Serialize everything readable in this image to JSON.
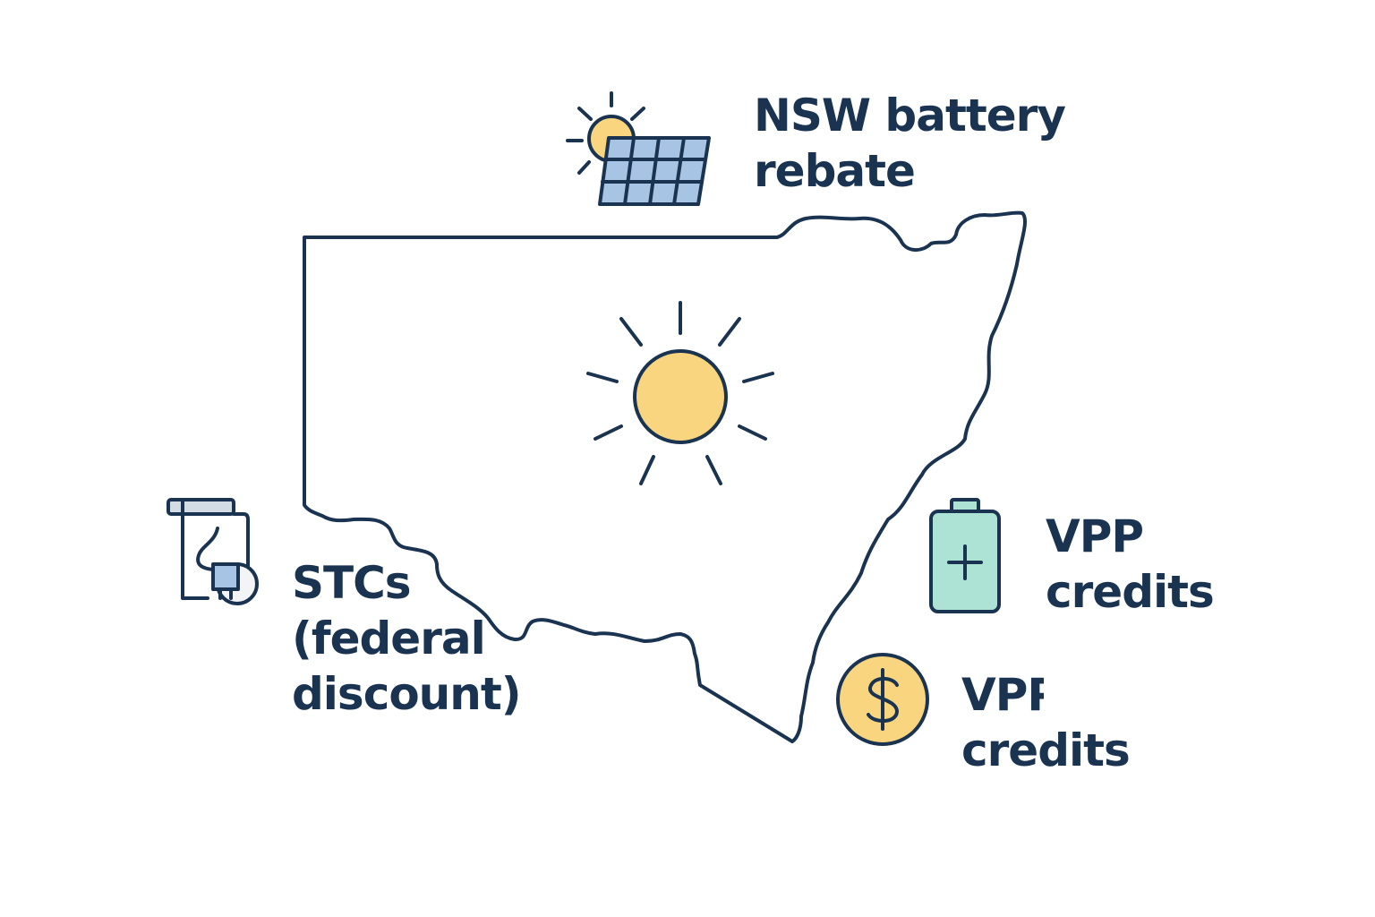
{
  "labels": {
    "nsw_rebate": [
      "NSW battery",
      "rebate"
    ],
    "stcs": [
      "STCs",
      "(federal",
      "discount)"
    ],
    "vpp_battery": [
      "VPP",
      "credits"
    ],
    "vpp_coin": [
      "VPP",
      "credits"
    ]
  },
  "icons": [
    "sun-solar-panel-icon",
    "sun-icon",
    "stc-document-plug-icon",
    "battery-icon",
    "dollar-coin-icon"
  ],
  "colors": {
    "ink": "#1a3350",
    "sun": "#f9d57f",
    "panel": "#a8c4e4",
    "battery": "#ade3d4"
  }
}
